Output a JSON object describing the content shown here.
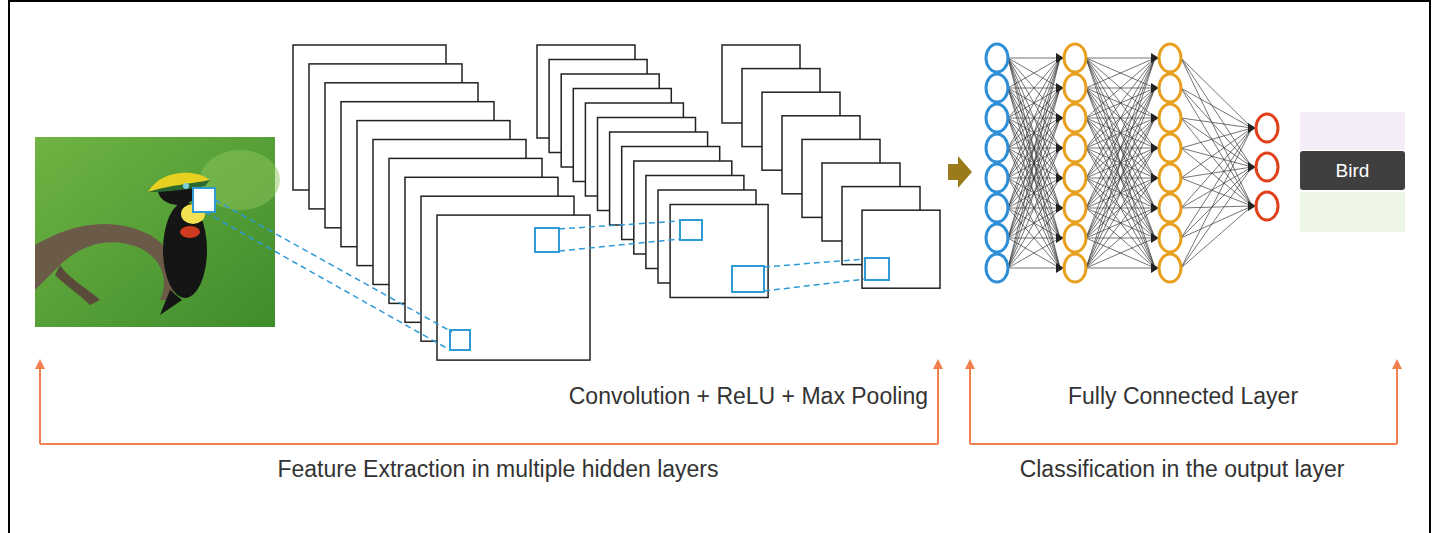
{
  "diagram": {
    "nodes": [
      {
        "text": [
          "Bird"
        ]
      }
    ],
    "labels": [
      "Convolution + ReLU + Max Pooling",
      "Fully Connected Layer",
      "Feature Extraction in multiple hidden layers",
      "Classification in the output layer"
    ]
  }
}
